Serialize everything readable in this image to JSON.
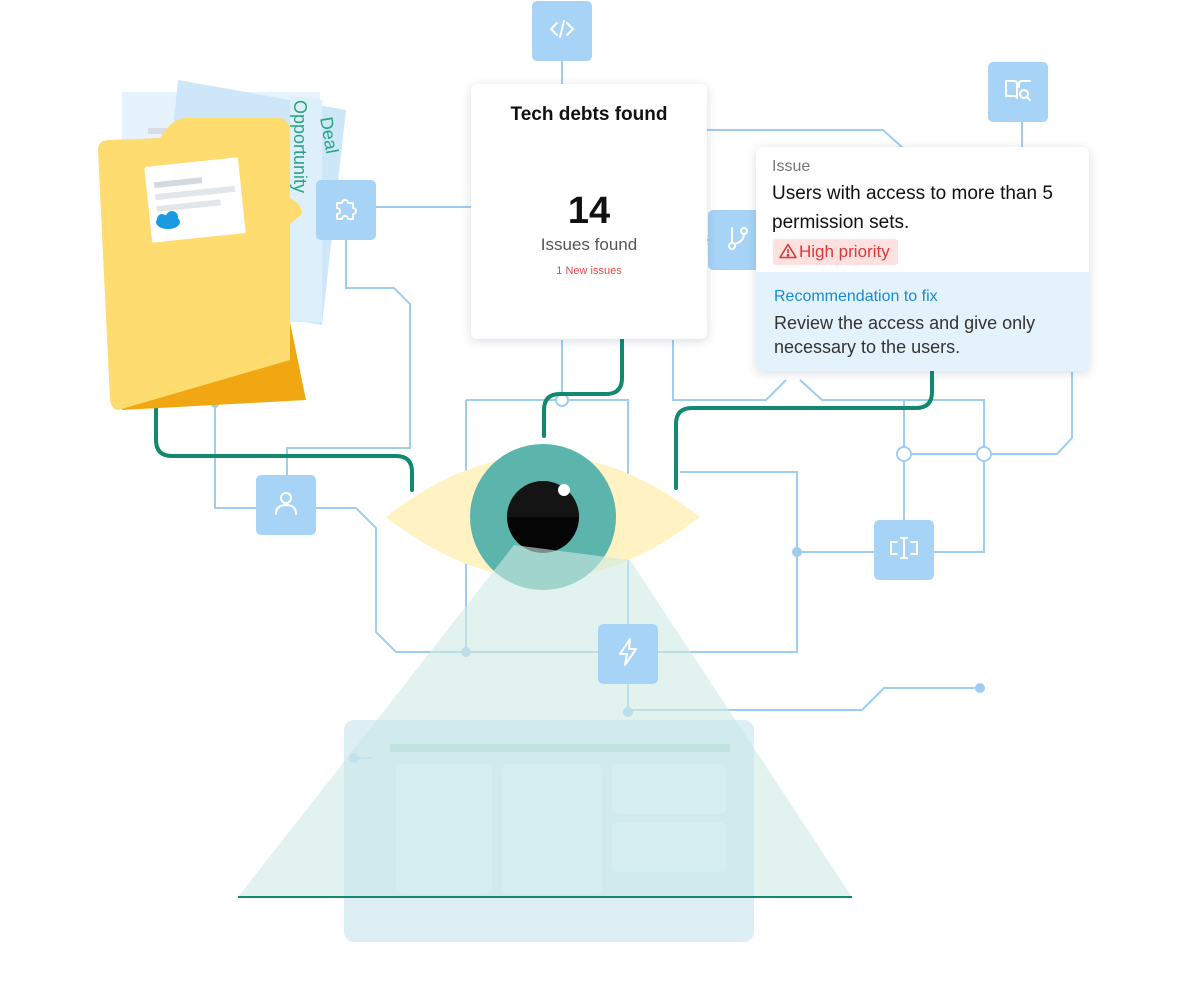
{
  "tech_debts": {
    "title": "Tech debts found",
    "count": "14",
    "caption": "Issues found",
    "new_issues": "1 New issues"
  },
  "issue": {
    "label": "Issue",
    "text": "Users with access to more than 5 permission sets.",
    "priority": "High priority",
    "priority_icon": "alert-triangle-icon",
    "recommendation_label": "Recommendation to fix",
    "recommendation_text": "Review the access and give only necessary to the users."
  },
  "folder": {
    "tab_opportunity": "Opportunity",
    "tab_deal": "Deal",
    "logo": "salesforce"
  },
  "icons": [
    "code-icon",
    "puzzle-icon",
    "book-search-icon",
    "git-branch-icon",
    "user-icon",
    "text-cursor-icon",
    "lightning-icon"
  ],
  "colors": {
    "tile": "#a7d4f6",
    "circuit": "#9fcdf0",
    "wire_green": "#12896f",
    "ring_blue": "#1e9be0",
    "ring_red": "#e24b4b",
    "ring_yellow": "#f8b614",
    "eye_iris": "#5bb5ac",
    "eye_white": "#fff3c4",
    "folder_yellow": "#ffdc70",
    "folder_back": "#f0a711",
    "beam": "#cfe9e3",
    "priority_red": "#d63b3b",
    "link_blue": "#1a8ad4"
  }
}
